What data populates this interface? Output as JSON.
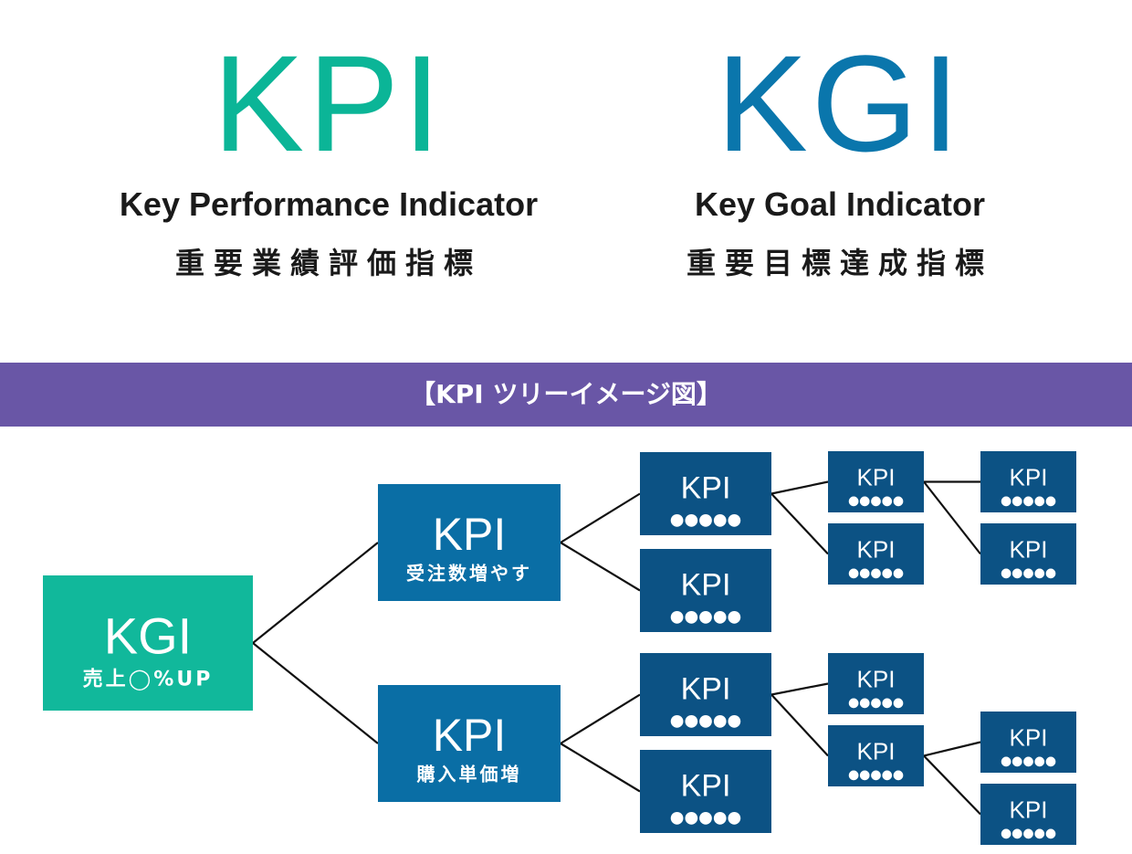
{
  "header": {
    "kpi": {
      "acronym": "KPI",
      "english": "Key Performance Indicator",
      "japanese": "重要業績評価指標",
      "color": "#0bb597"
    },
    "kgi": {
      "acronym": "KGI",
      "english": "Key Goal Indicator",
      "japanese": "重要目標達成指標",
      "color": "#0a76ac"
    }
  },
  "banner": {
    "text": "【KPI ツリーイメージ図】",
    "color": "#6956a6"
  },
  "tree": {
    "colors": {
      "kgi": "#11b89b",
      "level1": "#0a6ea5",
      "level2": "#0c5284",
      "line": "#111111"
    },
    "kgi": {
      "title": "KGI",
      "subtitle": "売上◯%UP"
    },
    "level1": [
      {
        "title": "KPI",
        "subtitle": "受注数増やす"
      },
      {
        "title": "KPI",
        "subtitle": "購入単価増"
      }
    ],
    "level2": [
      {
        "title": "KPI",
        "subtitle": "●●●●●"
      },
      {
        "title": "KPI",
        "subtitle": "●●●●●"
      },
      {
        "title": "KPI",
        "subtitle": "●●●●●"
      },
      {
        "title": "KPI",
        "subtitle": "●●●●●"
      }
    ],
    "level3": [
      {
        "title": "KPI",
        "subtitle": "●●●●●"
      },
      {
        "title": "KPI",
        "subtitle": "●●●●●"
      },
      {
        "title": "KPI",
        "subtitle": "●●●●●"
      },
      {
        "title": "KPI",
        "subtitle": "●●●●●"
      }
    ],
    "level4": [
      {
        "title": "KPI",
        "subtitle": "●●●●●"
      },
      {
        "title": "KPI",
        "subtitle": "●●●●●"
      },
      {
        "title": "KPI",
        "subtitle": "●●●●●"
      },
      {
        "title": "KPI",
        "subtitle": "●●●●●"
      }
    ]
  }
}
